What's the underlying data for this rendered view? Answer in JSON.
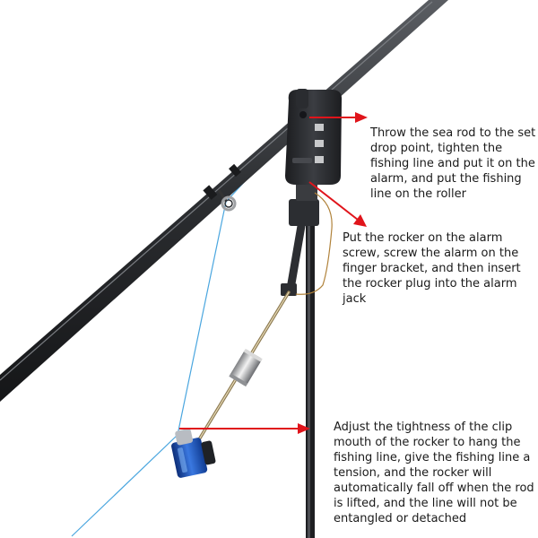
{
  "annotations": [
    {
      "text": "Throw the sea rod to the set drop point, tighten the fishing line and put it on the alarm, and put the fishing line on the roller"
    },
    {
      "text": "Put the rocker on the alarm screw, screw the alarm on the finger bracket, and then insert the rocker plug into the alarm jack"
    },
    {
      "text": "Adjust the tightness of the clip mouth of the rocker to hang the fishing line, give the fishing line a tension, and the rocker will automatically fall off when the rod is lifted, and the line will not be entangled or detached"
    }
  ],
  "colors": {
    "arrow": "#e0141b",
    "fishing_line": "#4aa6df",
    "rod": "#2b2d30",
    "bite_alarm_body": "#2a2c30",
    "swinger_head": "#1a4fb8"
  }
}
